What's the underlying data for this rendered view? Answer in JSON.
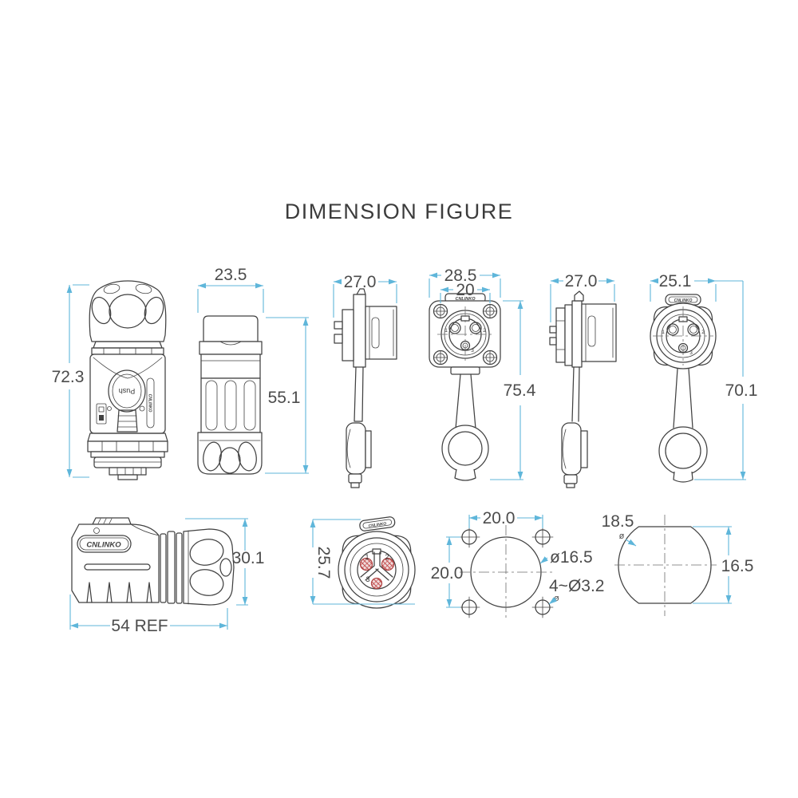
{
  "title": "DIMENSION FIGURE",
  "brand": "CNLINKO",
  "colors": {
    "dimension_line": "#5fb6da",
    "drawing_line": "#414141",
    "dim_text": "#4c4c4c",
    "pin_fill": "#c34d4d"
  },
  "views": {
    "plug_front": {
      "height": "72.3",
      "button": "Push"
    },
    "plug_side": {
      "width": "23.5",
      "height": "55.1"
    },
    "socket_side_a": {
      "width": "27.0"
    },
    "square_socket": {
      "width": "28.5",
      "hole_span": "20",
      "height": "75.4",
      "pins": [
        "1",
        "2",
        "3"
      ]
    },
    "socket_side_b": {
      "width": "27.0"
    },
    "round_socket": {
      "width": "25.1",
      "height": "70.1",
      "pins": [
        "1",
        "2",
        "3"
      ]
    },
    "plug_horizontal": {
      "height": "30.1",
      "length": "54 REF"
    },
    "plug_face": {
      "diameter": "25.7",
      "pins": [
        "1",
        "2",
        "3"
      ]
    },
    "mount_pattern": {
      "width": "20.0",
      "height": "20.0",
      "center_dia": "ø16.5",
      "corner_holes": "4~Ø3.2",
      "dia_mark": "ø"
    },
    "panel_cutout": {
      "diameter": "18.5",
      "dia_mark": "ø",
      "flat_width": "16.5"
    }
  }
}
